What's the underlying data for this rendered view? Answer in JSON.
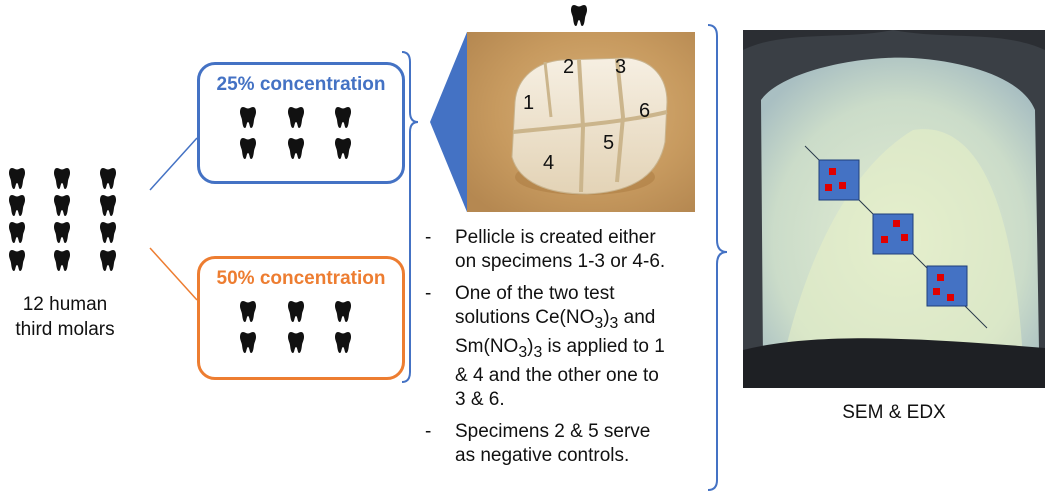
{
  "source_group": {
    "label_line1": "12 human",
    "label_line2": "third molars",
    "icon": "tooth-icon",
    "count": 12
  },
  "concentrations": [
    {
      "title": "25% concentration",
      "color": "#4472c4",
      "tooth_count": 6
    },
    {
      "title": "50% concentration",
      "color": "#ed7d31",
      "tooth_count": 6
    }
  ],
  "specimen_photo": {
    "numbers": [
      "1",
      "2",
      "3",
      "4",
      "5",
      "6"
    ],
    "icon": "tooth-icon"
  },
  "bullets": [
    {
      "dash": "-",
      "lines": [
        "Pellicle is created either",
        "on specimens 1-3 or 4-6."
      ]
    },
    {
      "dash": "-",
      "lines": [
        "One of the two test",
        "solutions Ce(NO",
        "3",
        ")",
        "3",
        " and",
        "Sm(NO",
        "3",
        ")",
        "3",
        " is applied to 1",
        "& 4 and the other one to",
        "3 & 6."
      ]
    },
    {
      "dash": "-",
      "lines": [
        "Specimens 2 & 5 serve",
        "as negative controls."
      ]
    }
  ],
  "analysis": {
    "label": "SEM & EDX",
    "marker_color": "#e00000",
    "square_color": "#4472c4"
  }
}
